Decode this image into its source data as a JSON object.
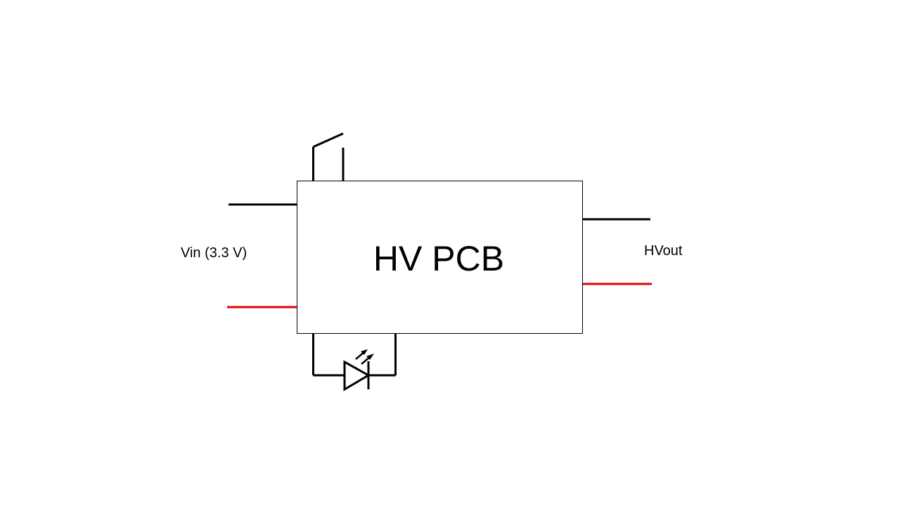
{
  "board": {
    "label": "HV PCB"
  },
  "input": {
    "label": "Vin (3.3 V)"
  },
  "output": {
    "label": "HVout"
  },
  "components": {
    "switch": "switch-icon",
    "led": "led-icon"
  },
  "colors": {
    "background": "#ffffff",
    "wire_black": "#000000",
    "wire_red": "#e00000",
    "text": "#000000"
  }
}
